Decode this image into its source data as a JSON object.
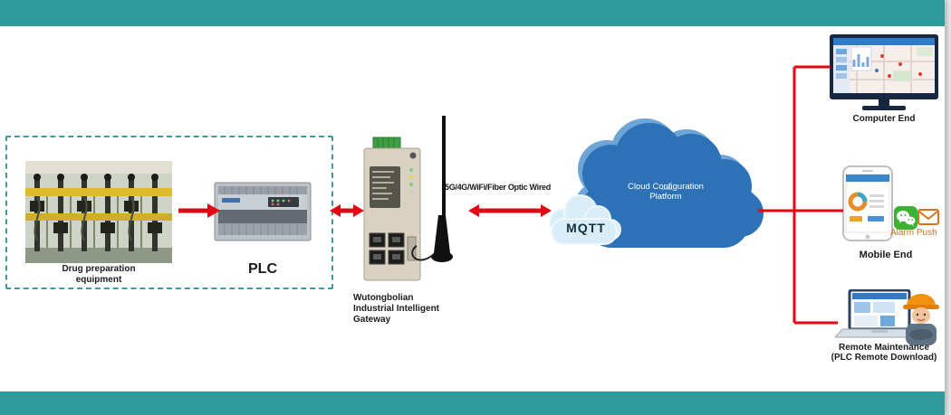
{
  "colors": {
    "header_bar": "#2d9b9b",
    "accent_red": "#e30613",
    "cloud_blue": "#2d72b6",
    "mqtt_cloud": "#d8edf8",
    "dashed_border": "#2fa3a3"
  },
  "field": {
    "equipment_label": "Drug preparation\nequipment",
    "plc_label": "PLC"
  },
  "gateway": {
    "name": "Wutongbolian\nIndustrial Intelligent\nGateway",
    "link": "5G/4G/WiFi/Fiber Optic Wired"
  },
  "cloud": {
    "mqtt": "MQTT",
    "platform": "Cloud Configuration\nPlatform"
  },
  "endpoints": {
    "computer": {
      "label": "Computer End"
    },
    "mobile": {
      "label": "Mobile End",
      "alarm": "Alarm Push"
    },
    "maintenance": {
      "label": "Remote Maintenance",
      "sub": "(PLC Remote Download)"
    }
  }
}
